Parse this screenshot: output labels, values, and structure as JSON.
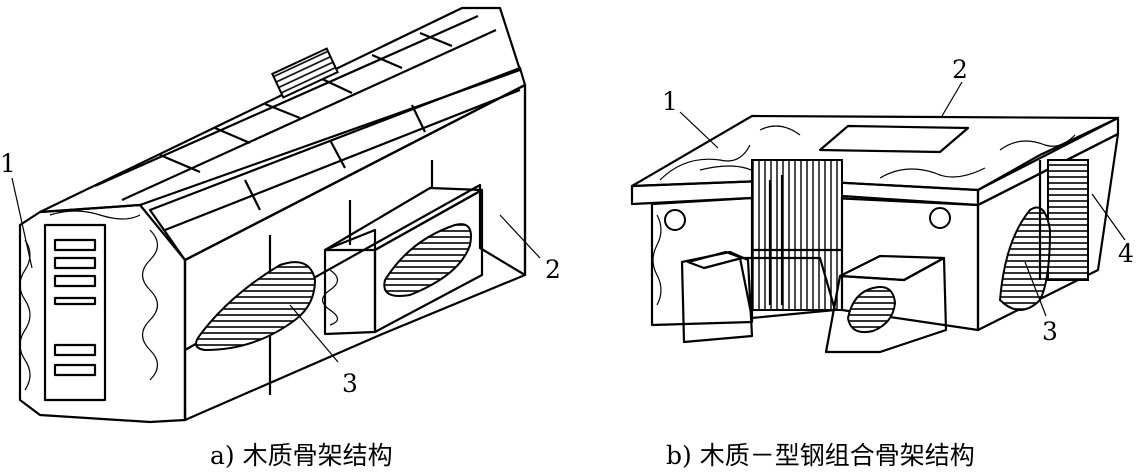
{
  "captions": {
    "a": "a) 木质骨架结构",
    "b": "b) 木质－型钢组合骨架结构"
  },
  "callouts_a": {
    "one": "1",
    "two": "2",
    "three": "3"
  },
  "callouts_b": {
    "one": "1",
    "two": "2",
    "three": "3",
    "four": "4"
  },
  "colors": {
    "line": "#000000",
    "background": "#ffffff"
  }
}
